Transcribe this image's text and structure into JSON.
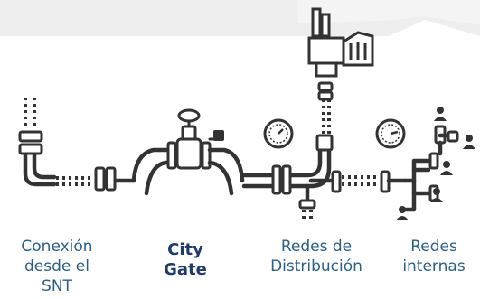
{
  "labels": {
    "conexion": [
      "Conexión",
      "desde el",
      "SNT"
    ],
    "city_gate": [
      "City",
      "Gate"
    ],
    "redes_distribucion": [
      "Redes de",
      "Distribución"
    ],
    "redes_internas": [
      "Redes",
      "internas"
    ]
  },
  "colors": {
    "label": "#2a5f8a",
    "label_bold": "#1f3a6b",
    "line": "#333333",
    "banner": "#efefef"
  },
  "icons": [
    "pipe-connection-icon",
    "valve-icon",
    "pressure-gauge-icon",
    "factory-icon",
    "person-icon"
  ]
}
